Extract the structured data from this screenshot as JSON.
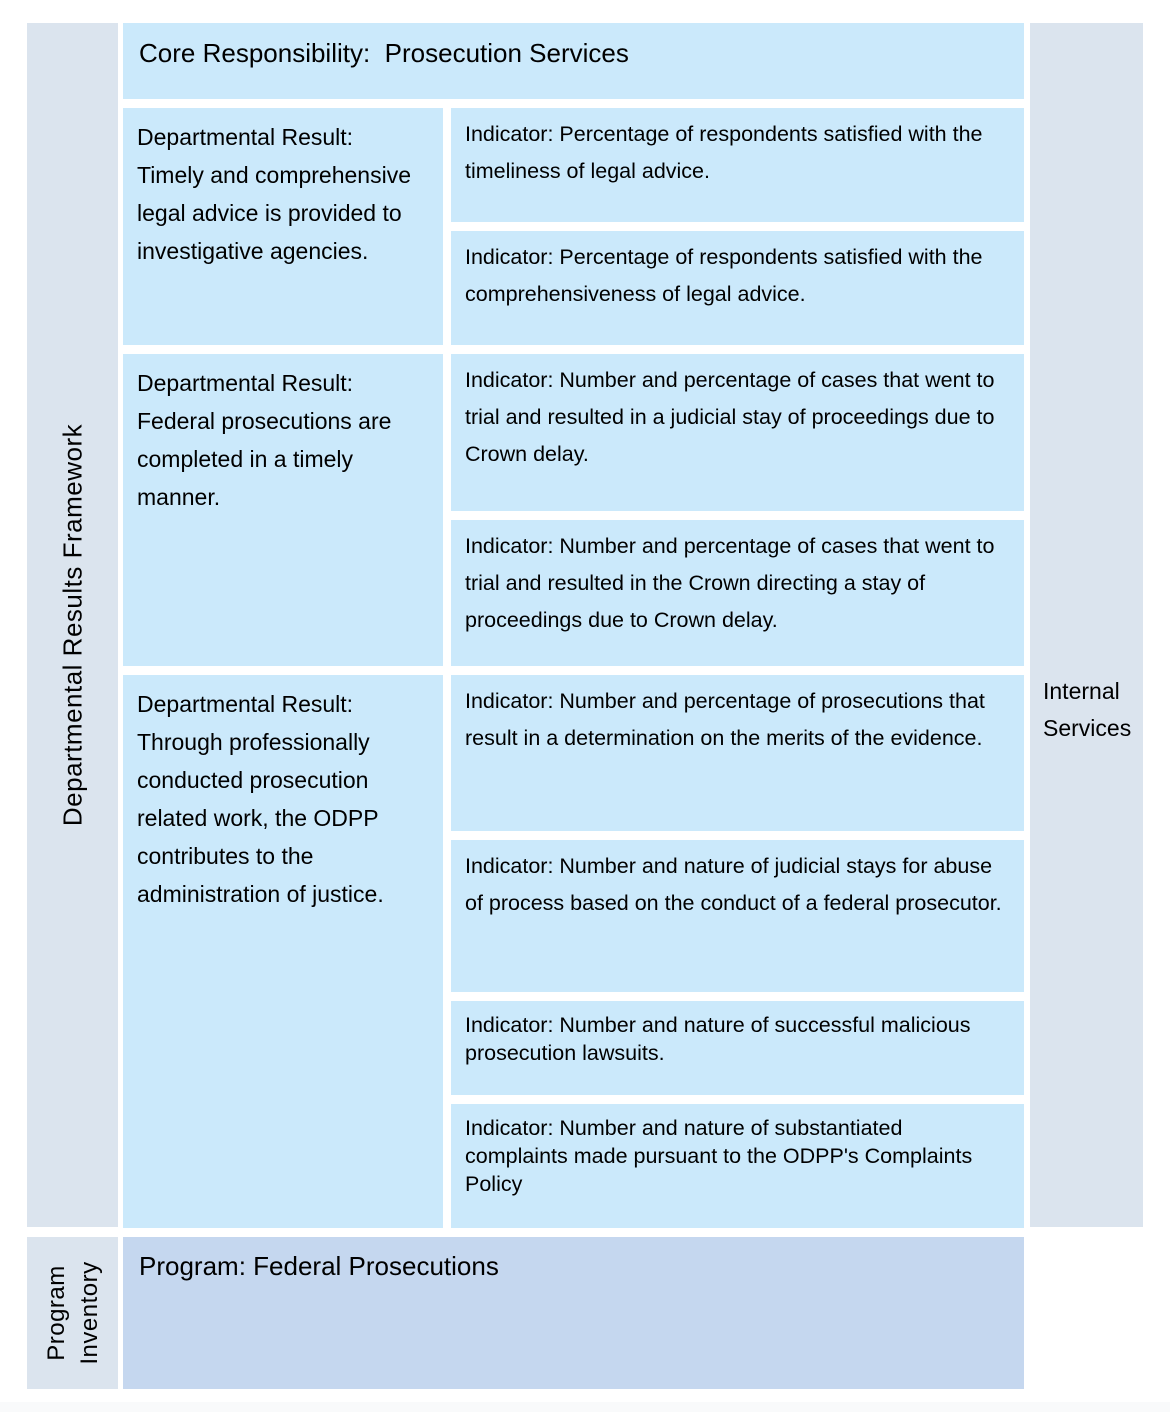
{
  "colors": {
    "box_blue": "#cbe9fb",
    "rail_blue": "#dbe4ee",
    "program_blue": "#c5d7ef",
    "text": "#000000"
  },
  "drf": {
    "rail_label": "Departmental Results Framework",
    "core_responsibility": "Core Responsibility:  Prosecution Services",
    "internal_services": "Internal Services",
    "rows": [
      {
        "label": "Departmental Result:",
        "text": "Timely and comprehensive legal advice is provided to investigative agencies.",
        "indicators": [
          "Indicator: Percentage of respondents satisfied with the timeliness of legal advice.",
          "Indicator: Percentage of respondents satisfied with the comprehensiveness of legal advice."
        ]
      },
      {
        "label": "Departmental Result:",
        "text": "Federal prosecutions are completed in a timely manner.",
        "indicators": [
          "Indicator: Number and percentage of cases that went to trial and resulted in a judicial stay of proceedings due to Crown delay.",
          "Indicator: Number and percentage of cases that went to trial and resulted in the Crown directing a stay of proceedings due to Crown delay."
        ]
      },
      {
        "label": "Departmental Result:",
        "text": "Through professionally conducted prosecution related work, the ODPP contributes to the administration of justice.",
        "indicators": [
          "Indicator: Number and percentage of prosecutions that result in a determination on the merits of the evidence.",
          "Indicator: Number and nature of judicial stays for abuse of process based on the conduct of a federal prosecutor.",
          "Indicator: Number and nature of successful malicious prosecution lawsuits.",
          "Indicator: Number and nature of substantiated complaints made pursuant to the ODPP's Complaints Policy"
        ]
      }
    ]
  },
  "program_inventory": {
    "rail_label_line1": "Program",
    "rail_label_line2": "Inventory",
    "program": "Program: Federal Prosecutions"
  }
}
